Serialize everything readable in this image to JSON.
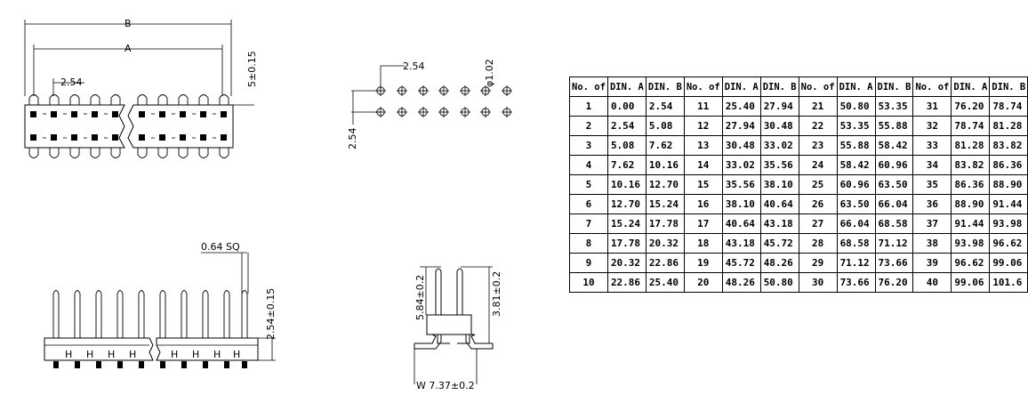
{
  "top_view": {
    "dim_b": "B",
    "dim_a": "A",
    "pitch": "2.54",
    "height_tol": "5±0.15"
  },
  "footprint_view": {
    "pitch_x": "2.54",
    "hole_dia": "φ1.02",
    "pitch_y": "2.54"
  },
  "front_view": {
    "pin_sq": "0.64 SQ",
    "pin_height": "2.54±0.15"
  },
  "side_view": {
    "pin_length": "5.84±0.2",
    "tail_length": "3.81±0.2",
    "width": "W  7.37±0.2"
  },
  "table": {
    "headers": [
      "No. of",
      "DIN. A",
      "DIN. B",
      "No. of",
      "DIN. A",
      "DIN. B",
      "No. of",
      "DIN. A",
      "DIN. B",
      "No. of",
      "DIN. A",
      "DIN. B"
    ],
    "rows": [
      [
        "1",
        "0.00",
        "2.54",
        "11",
        "25.40",
        "27.94",
        "21",
        "50.80",
        "53.35",
        "31",
        "76.20",
        "78.74"
      ],
      [
        "2",
        "2.54",
        "5.08",
        "12",
        "27.94",
        "30.48",
        "22",
        "53.35",
        "55.88",
        "32",
        "78.74",
        "81.28"
      ],
      [
        "3",
        "5.08",
        "7.62",
        "13",
        "30.48",
        "33.02",
        "23",
        "55.88",
        "58.42",
        "33",
        "81.28",
        "83.82"
      ],
      [
        "4",
        "7.62",
        "10.16",
        "14",
        "33.02",
        "35.56",
        "24",
        "58.42",
        "60.96",
        "34",
        "83.82",
        "86.36"
      ],
      [
        "5",
        "10.16",
        "12.70",
        "15",
        "35.56",
        "38.10",
        "25",
        "60.96",
        "63.50",
        "35",
        "86.36",
        "88.90"
      ],
      [
        "6",
        "12.70",
        "15.24",
        "16",
        "38.10",
        "40.64",
        "26",
        "63.50",
        "66.04",
        "36",
        "88.90",
        "91.44"
      ],
      [
        "7",
        "15.24",
        "17.78",
        "17",
        "40.64",
        "43.18",
        "27",
        "66.04",
        "68.58",
        "37",
        "91.44",
        "93.98"
      ],
      [
        "8",
        "17.78",
        "20.32",
        "18",
        "43.18",
        "45.72",
        "28",
        "68.58",
        "71.12",
        "38",
        "93.98",
        "96.62"
      ],
      [
        "9",
        "20.32",
        "22.86",
        "19",
        "45.72",
        "48.26",
        "29",
        "71.12",
        "73.66",
        "39",
        "96.62",
        "99.06"
      ],
      [
        "10",
        "22.86",
        "25.40",
        "20",
        "48.26",
        "50.80",
        "30",
        "73.66",
        "76.20",
        "40",
        "99.06",
        "101.6"
      ]
    ]
  }
}
